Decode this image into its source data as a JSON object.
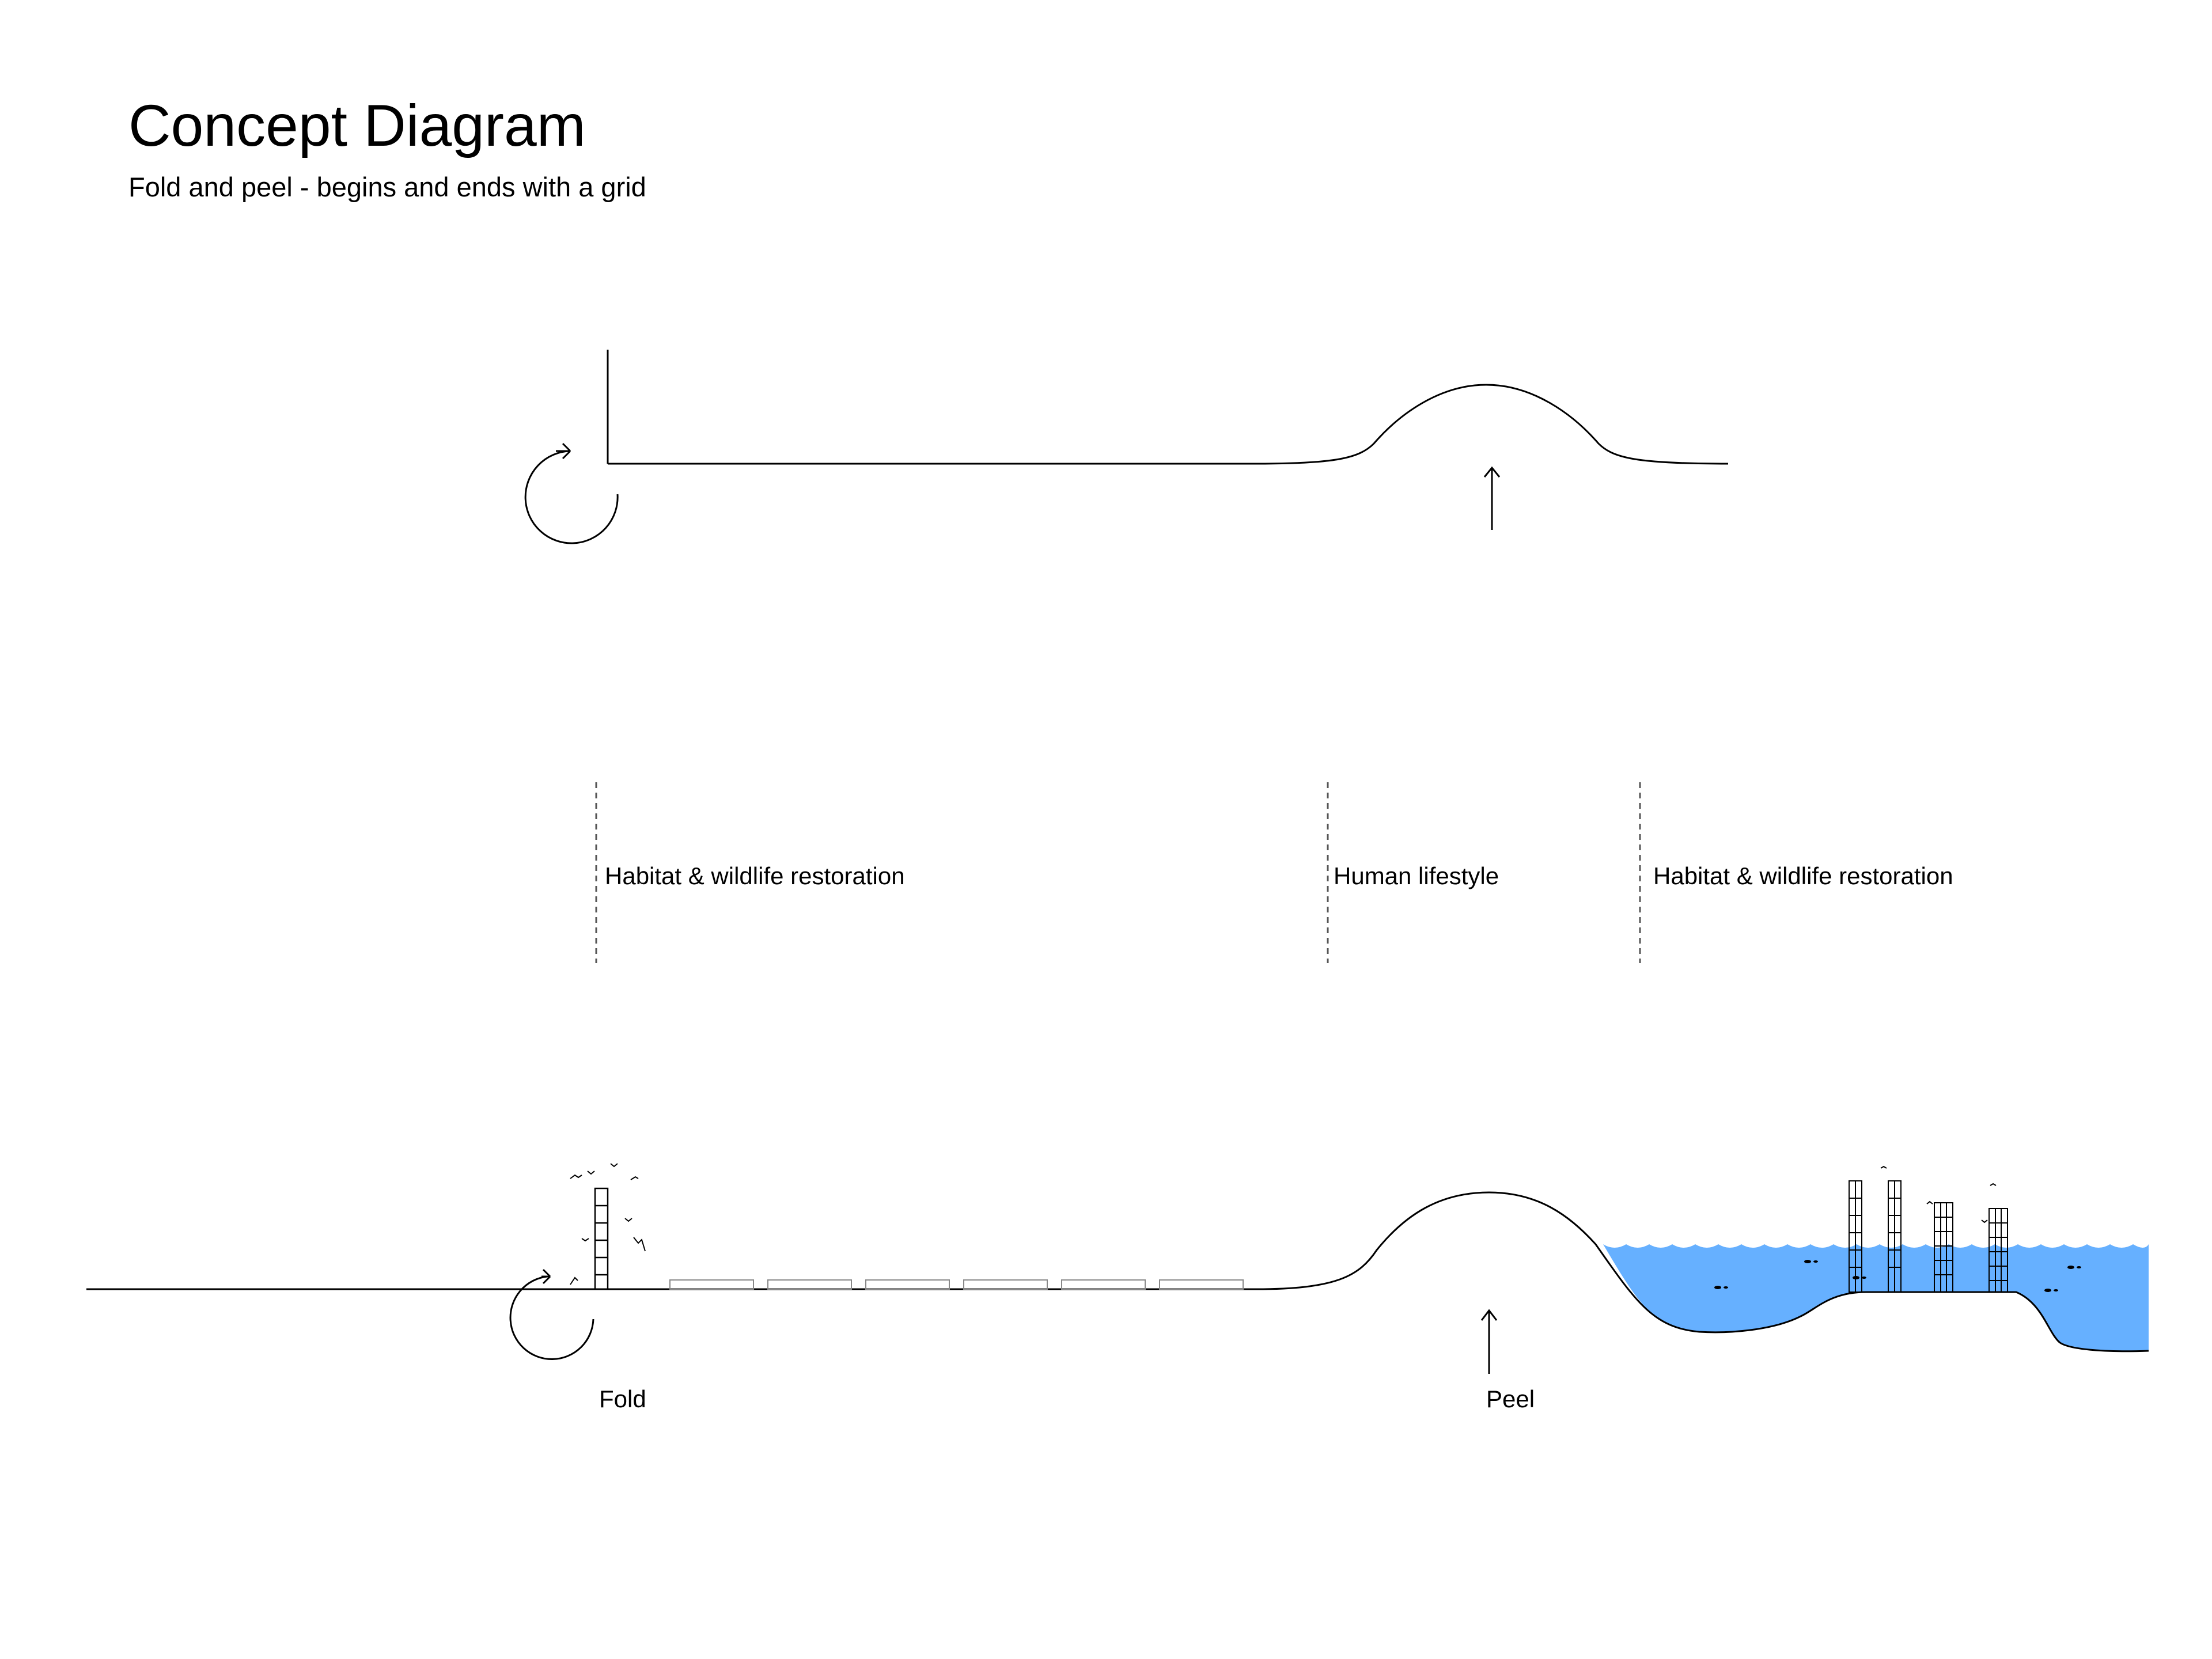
{
  "header": {
    "title": "Concept Diagram",
    "subtitle": "Fold and peel - begins and ends with a grid"
  },
  "zones": [
    {
      "label": "Habitat & wildlife restoration"
    },
    {
      "label": "Human lifestyle"
    },
    {
      "label": "Habitat & wildlife restoration"
    }
  ],
  "operations": {
    "fold": "Fold",
    "peel": "Peel"
  },
  "colors": {
    "line": "#000000",
    "water": "#66b0ff",
    "divider": "#555555",
    "background": "#ffffff"
  },
  "icons": [
    "fold-arrow-icon",
    "peel-arrow-icon",
    "bird-icon",
    "fish-icon",
    "grid-tower-icon",
    "wave-icon"
  ]
}
